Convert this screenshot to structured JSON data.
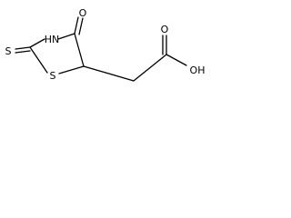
{
  "diagram": {
    "atoms": {
      "o_ketone": "O",
      "nh": "HN",
      "s_thione": "S",
      "s_ring": "S",
      "o_acid": "O",
      "oh": "OH"
    },
    "colors": {
      "stroke": "#000000",
      "text": "#000000",
      "background": "#ffffff"
    }
  }
}
